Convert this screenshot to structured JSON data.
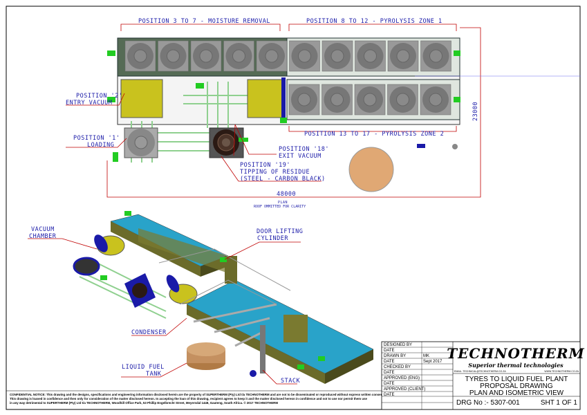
{
  "plan": {
    "labels": {
      "pos3_7": "POSITION 3 TO 7 - MOISTURE REMOVAL",
      "pos8_12": "POSITION 8 TO 12 - PYROLYSIS ZONE 1",
      "pos13_17": "POSITION 13 TO 17 - PYROLYSIS ZONE 2",
      "pos2_a": "POSITION '2'",
      "pos2_b": "ENTRY VACUUM",
      "pos1_a": "POSITION '1'",
      "pos1_b": "LOADING",
      "pos18_a": "POSITION '18'",
      "pos18_b": "EXIT VACUUM",
      "pos19_a": "POSITION '19'",
      "pos19_b": "TIPPING OF RESIDUE",
      "pos19_c": "(STEEL - CARBON BLACK)"
    },
    "dim_width": "48000",
    "dim_height": "23000",
    "caption": "PLAN",
    "note": "ROOF OMMITTED FOR CLARITY"
  },
  "iso": {
    "labels": {
      "vacuum_a": "VACUUM",
      "vacuum_b": "CHAMBER",
      "door_a": "DOOR LIFTING",
      "door_b": "CYLINDER",
      "condenser": "CONDENSER",
      "tank_a": "LIQUID FUEL",
      "tank_b": "TANK",
      "stack": "STACK"
    }
  },
  "confidential": [
    "CONFIDENTIAL NOTICE: This drawing and the designs, specifications and engineering information disclosed herein are the property of SUPERTHERM (Pty) Ltd t/a TECHNOTHERM and are not to be disseminated or reproduced without express written consent.",
    "This drawing is loaned in confidence and then only for consideration of the matter disclosed hereon. In accepting the loan of this drawing, recipient agrees to keep it and the matter disclosed hereon in confidence and not to use nor permit them use",
    "in any way detrimental to SUPERTHERM (Pty) Ltd t/a TECHNOTHERM, Woodhill Office Park, 53 Phillip Engelbrecht Street, Meyersdal 1448, Gauteng, South Africa. © 2017 TECHNOTHERM"
  ],
  "title_block": {
    "rows": [
      {
        "label": "DESIGNED BY",
        "value": ""
      },
      {
        "label": "DATE",
        "value": ""
      },
      {
        "label": "DRAWN BY",
        "value": "MK"
      },
      {
        "label": "DATE",
        "value": "Sept 2017"
      },
      {
        "label": "CHECKED BY",
        "value": ""
      },
      {
        "label": "DATE",
        "value": ""
      },
      {
        "label": "APPROVED (ENG)",
        "value": ""
      },
      {
        "label": "DATE",
        "value": ""
      },
      {
        "label": "APPROVED (CLIENT)",
        "value": ""
      },
      {
        "label": "DATE",
        "value": ""
      }
    ],
    "logo": "TECHNOTHERM",
    "tagline": "Superior thermal technologies",
    "email": "EMAIL: TECHNICAL@TECHNOTHERM.CO.ZA",
    "website": "WWW.TECHNOTHERM.CO.ZA",
    "title1": "TYRES TO LIQUID FUEL PLANT",
    "title2": "PROPOSAL DRAWING",
    "title3": "PLAN AND ISOMETRIC VIEW",
    "drg_no": "DRG No :- 5307-001",
    "sheet": "SHT 1 OF 1"
  },
  "colors": {
    "label": "#1a1aa8",
    "dim": "#c00000",
    "tank": "#29a3c9",
    "wall": "#6b6b2a",
    "vessel": "#c9c21e"
  }
}
